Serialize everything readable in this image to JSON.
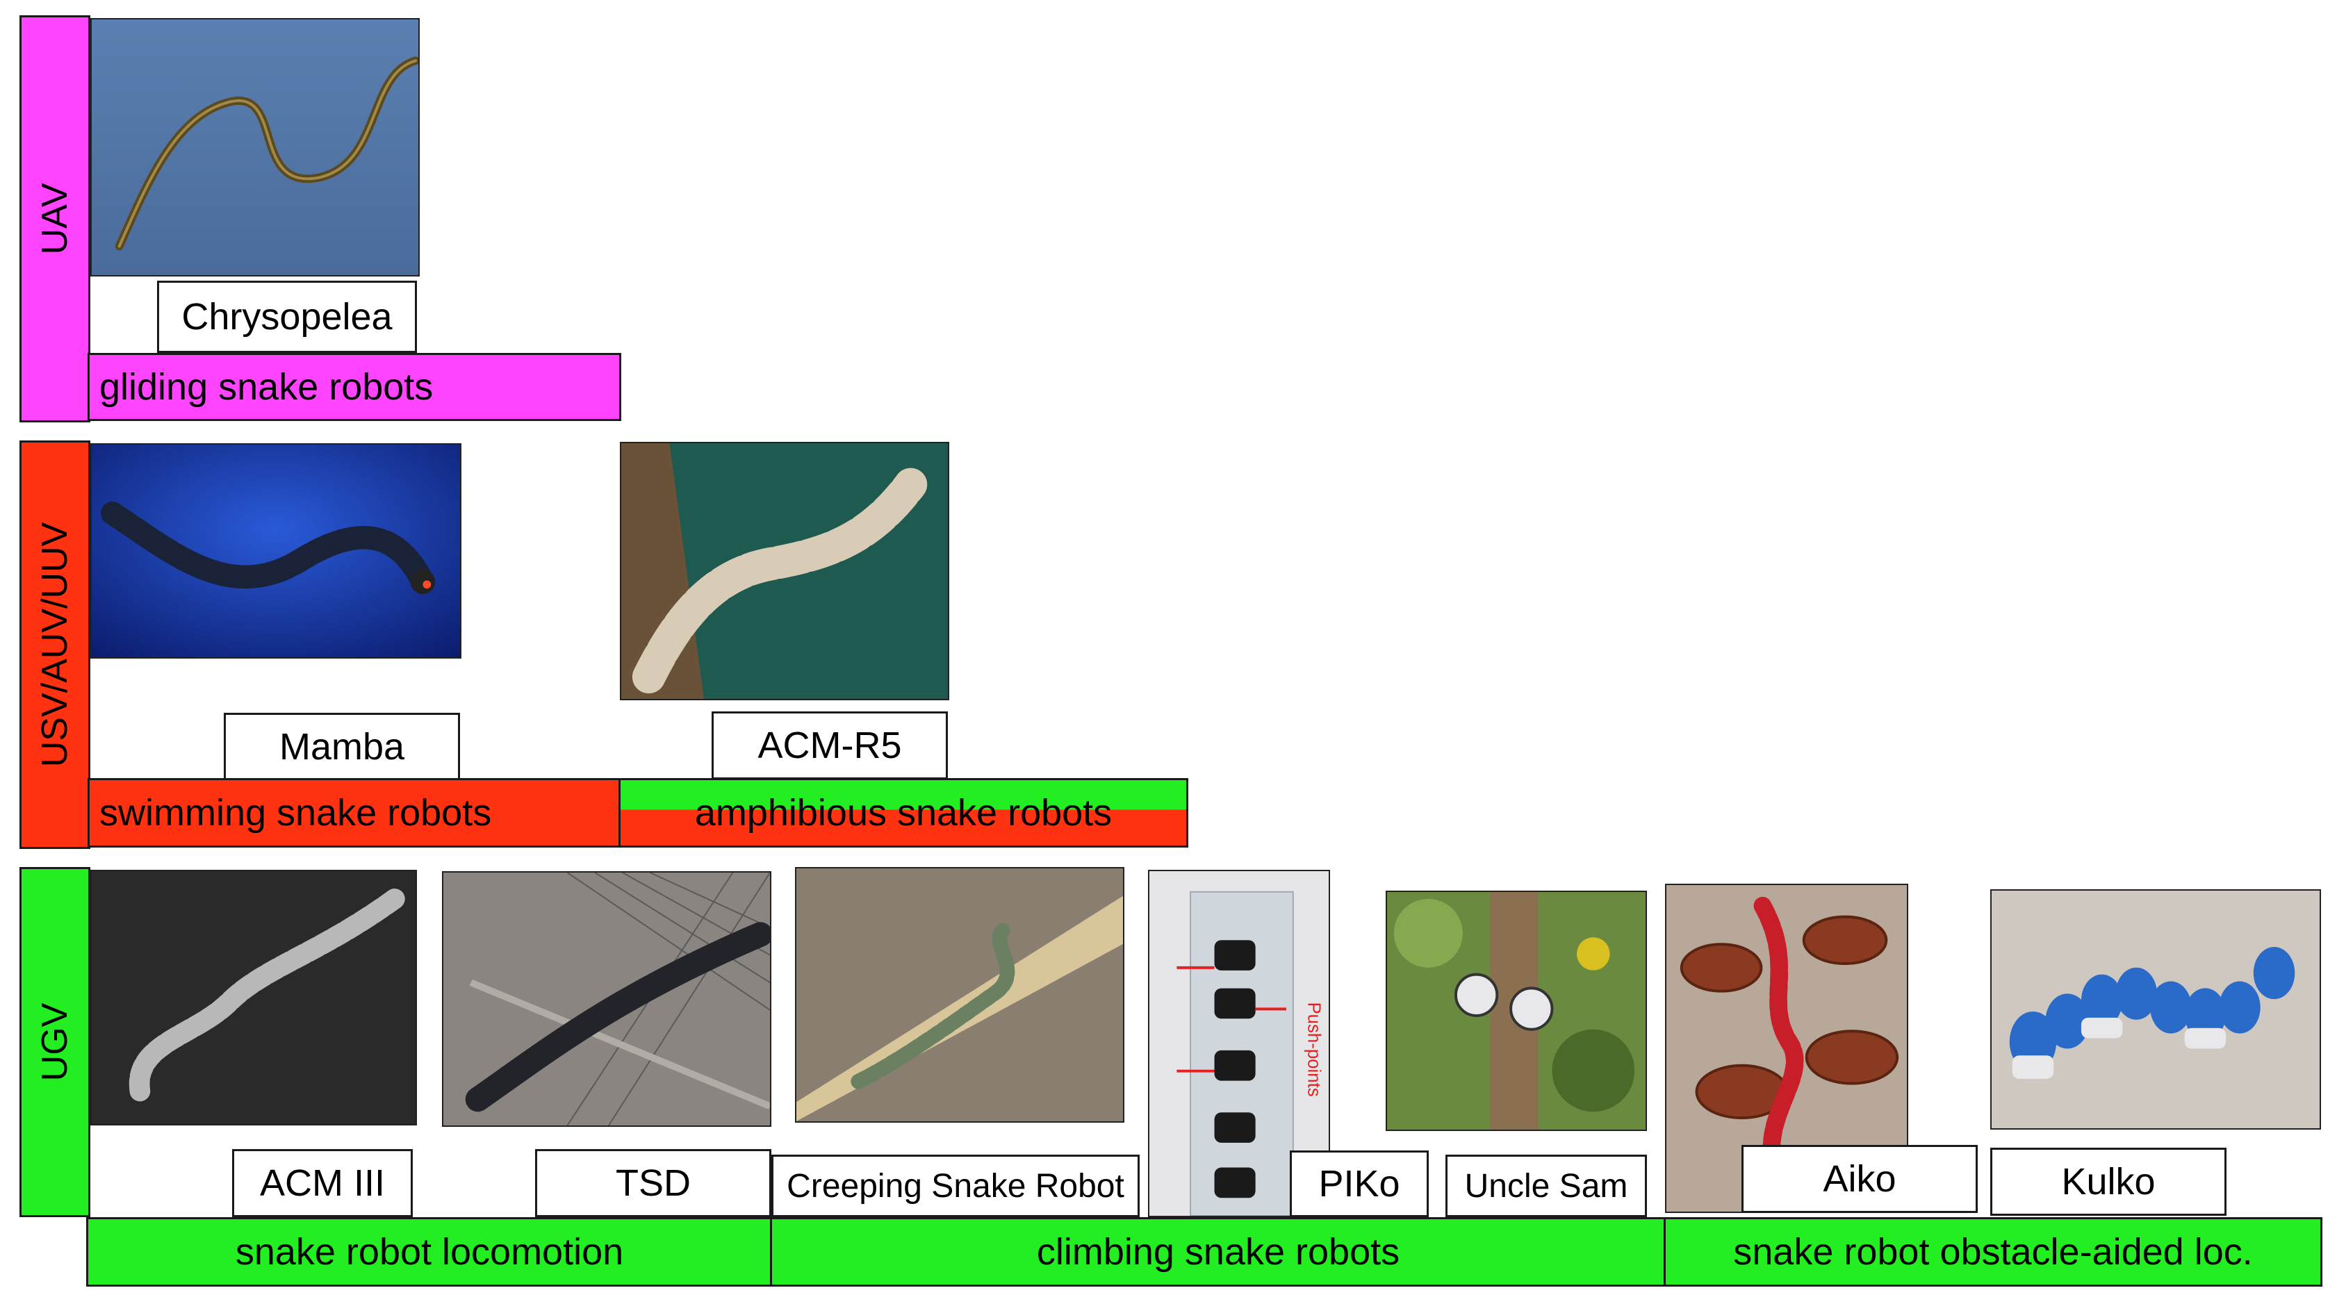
{
  "domains": {
    "uav": {
      "label": "UAV",
      "color": "#ff44ff"
    },
    "usv": {
      "label": "USV/AUV/UUV",
      "color": "#ff3311"
    },
    "ugv": {
      "label": "UGV",
      "color": "#22ee22"
    }
  },
  "categories": {
    "gliding": "gliding snake robots",
    "swimming": "swimming snake robots",
    "amphibious": "amphibious snake robots",
    "locomotion": "snake robot locomotion",
    "climbing": "climbing snake robots",
    "obstacle": "snake robot obstacle-aided loc."
  },
  "robots": {
    "chrysopelea": "Chrysopelea",
    "mamba": "Mamba",
    "acmr5": "ACM-R5",
    "acm3": "ACM III",
    "tsd": "TSD",
    "creeping": "Creeping Snake Robot",
    "piko": "PIKo",
    "unclesam": "Uncle Sam",
    "aiko": "Aiko",
    "kulko": "Kulko"
  },
  "annotations": {
    "push_points": "Push-points"
  }
}
